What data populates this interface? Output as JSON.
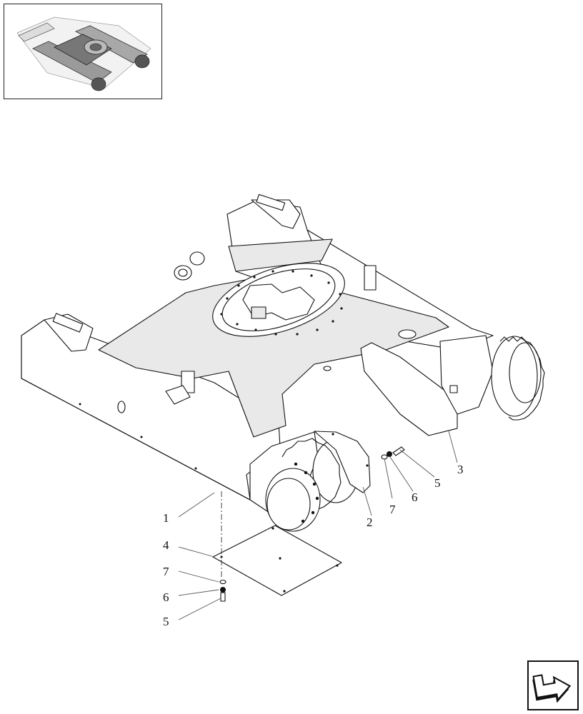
{
  "callouts": [
    {
      "id": "c1",
      "label": "1"
    },
    {
      "id": "c2",
      "label": "2"
    },
    {
      "id": "c3",
      "label": "3"
    },
    {
      "id": "c4",
      "label": "4"
    },
    {
      "id": "c5a",
      "label": "5"
    },
    {
      "id": "c5b",
      "label": "5"
    },
    {
      "id": "c6a",
      "label": "6"
    },
    {
      "id": "c6b",
      "label": "6"
    },
    {
      "id": "c7a",
      "label": "7"
    },
    {
      "id": "c7b",
      "label": "7"
    }
  ],
  "icons": {
    "thumbnail": "undercarriage-thumbnail-icon",
    "nav": "back-arrow-icon"
  }
}
